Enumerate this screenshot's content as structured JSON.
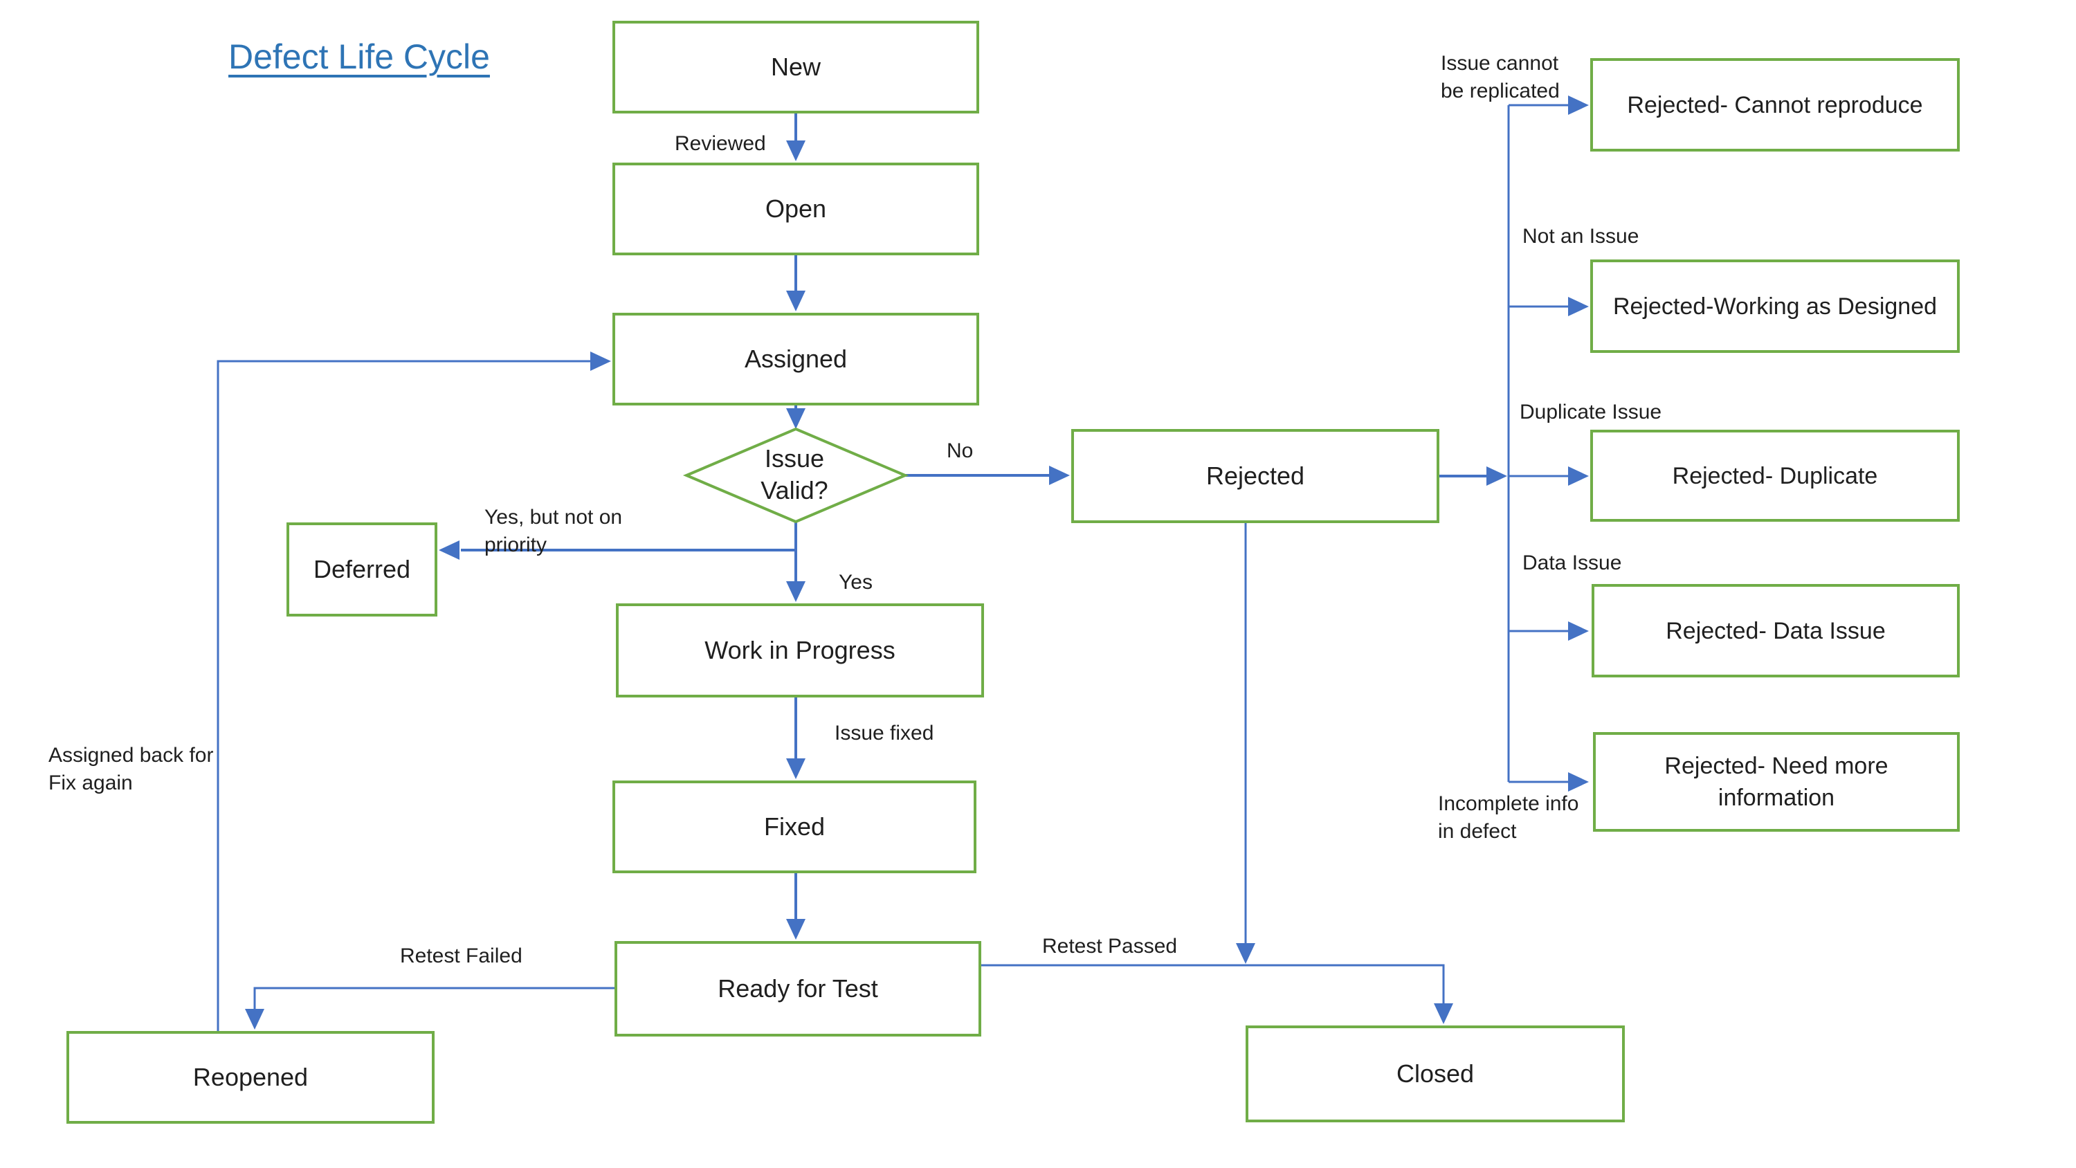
{
  "title": "Defect Life Cycle",
  "colors": {
    "background": "#ffffff",
    "node_border": "#70AD47",
    "connector": "#4472C4",
    "title_text": "#2E74B5",
    "label_text": "#1f1f1f"
  },
  "nodes": {
    "new": {
      "label": "New"
    },
    "open": {
      "label": "Open"
    },
    "assigned": {
      "label": "Assigned"
    },
    "issue_valid": {
      "label_line1": "Issue",
      "label_line2": "Valid?"
    },
    "deferred": {
      "label": "Deferred"
    },
    "rejected": {
      "label": "Rejected"
    },
    "work_in_progress": {
      "label": "Work in Progress"
    },
    "fixed": {
      "label": "Fixed"
    },
    "ready_for_test": {
      "label": "Ready for Test"
    },
    "reopened": {
      "label": "Reopened"
    },
    "closed": {
      "label": "Closed"
    },
    "rejected_cannot_reproduce": {
      "label": "Rejected- Cannot reproduce"
    },
    "rejected_working_as_designed": {
      "label": "Rejected-Working as Designed"
    },
    "rejected_duplicate": {
      "label": "Rejected- Duplicate"
    },
    "rejected_data_issue": {
      "label": "Rejected- Data Issue"
    },
    "rejected_need_more_information": {
      "label": "Rejected- Need more information"
    }
  },
  "edge_labels": {
    "reviewed": "Reviewed",
    "no": "No",
    "yes": "Yes",
    "yes_not_priority_line1": "Yes, but not on",
    "yes_not_priority_line2": "priority",
    "issue_fixed": "Issue fixed",
    "retest_failed": "Retest Failed",
    "retest_passed": "Retest Passed",
    "assigned_back_line1": "Assigned back for",
    "assigned_back_line2": "Fix again",
    "issue_cannot_line1": "Issue cannot",
    "issue_cannot_line2": "be replicated",
    "not_an_issue": "Not an Issue",
    "duplicate_issue": "Duplicate Issue",
    "data_issue": "Data Issue",
    "incomplete_info_line1": "Incomplete info",
    "incomplete_info_line2": "in defect"
  }
}
